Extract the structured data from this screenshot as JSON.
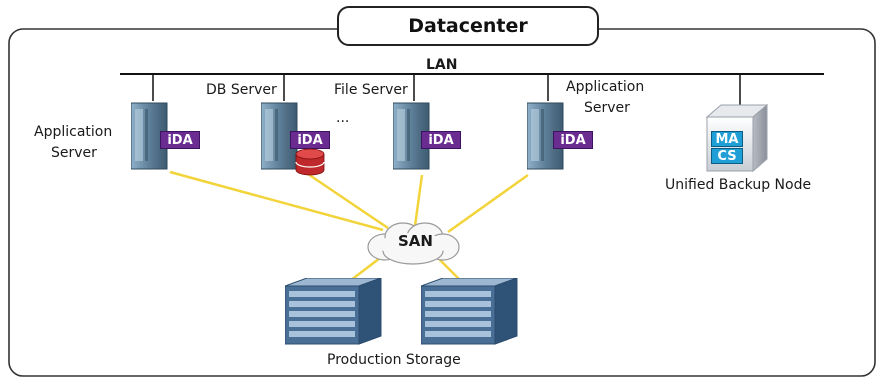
{
  "title": "Datacenter",
  "lan_label": "LAN",
  "san_label": "SAN",
  "ellipsis": "...",
  "servers": [
    {
      "label_line1": "Application",
      "label_line2": "Server",
      "agent": "iDA"
    },
    {
      "label": "DB Server",
      "agent": "iDA"
    },
    {
      "label": "File Server",
      "agent": "iDA"
    },
    {
      "label_line1": "Application",
      "label_line2": "Server",
      "agent": "iDA"
    }
  ],
  "backup_node": {
    "label": "Unified Backup Node",
    "badge_top": "MA",
    "badge_bottom": "CS"
  },
  "storage": {
    "label": "Production Storage"
  },
  "colors": {
    "agent": "#6a2c91",
    "san_link": "#f2d43a",
    "server_body": "#6f8fa8",
    "badge": "#1f9fd6",
    "storage": "#4a6f96"
  }
}
